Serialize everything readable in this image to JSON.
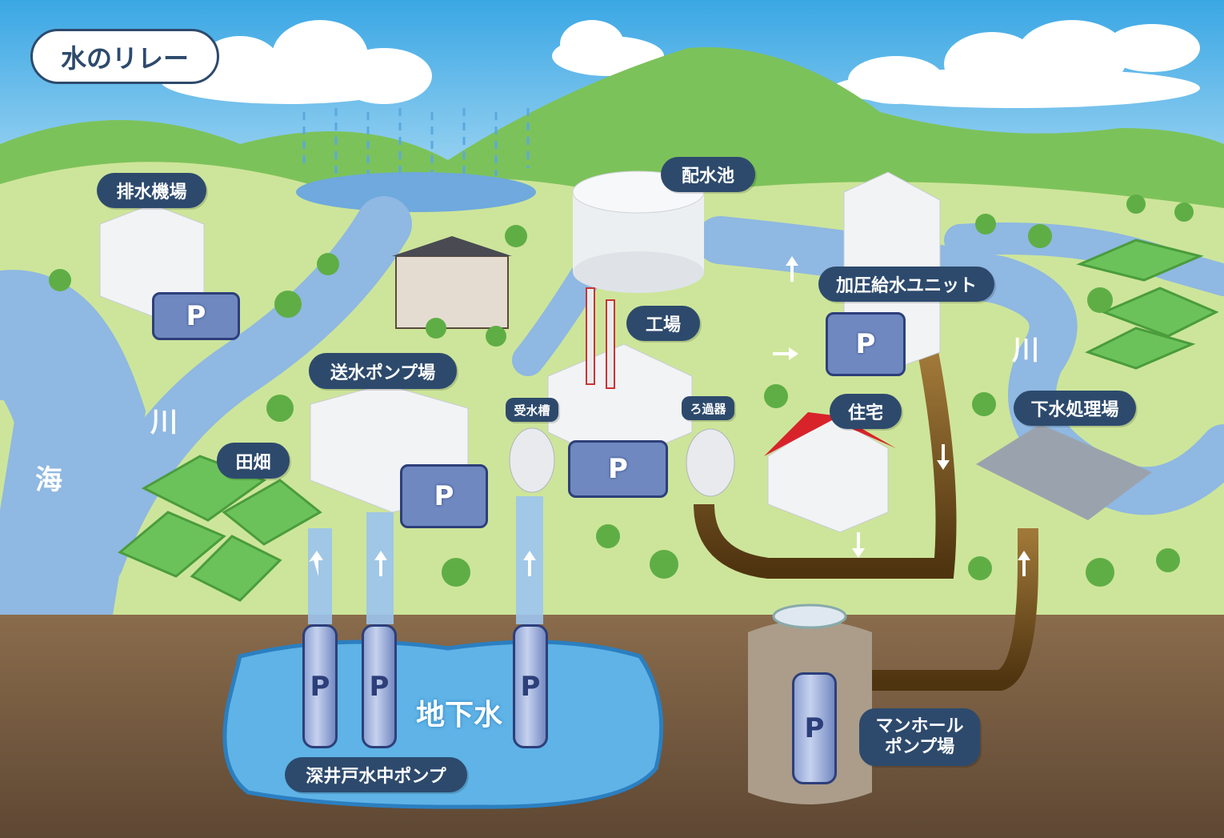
{
  "title": "水のリレー",
  "labels": {
    "drainage_pump_station": "排水機場",
    "distribution_reservoir": "配水池",
    "booster_unit": "加圧給水ユニット",
    "factory": "工場",
    "water_pump_station": "送水ポンプ場",
    "receiving_tank": "受水槽",
    "filter": "ろ過器",
    "house": "住宅",
    "sewage_plant": "下水処理場",
    "fields": "田畑",
    "river": "川",
    "sea": "海",
    "groundwater": "地下水",
    "deep_well_pump": "深井戸水中ポンプ",
    "manhole_pump_line1": "マンホール",
    "manhole_pump_line2": "ポンプ場"
  },
  "pump_letter": "P",
  "colors": {
    "sky": "#5ab4e6",
    "land": "#cde59a",
    "mountain": "#7cc25a",
    "river": "#8fb8e2",
    "underground": "#7a6146",
    "groundwater": "#5fb3e6",
    "label": "#2d4a6d",
    "sewage": "#6b4a1f"
  }
}
